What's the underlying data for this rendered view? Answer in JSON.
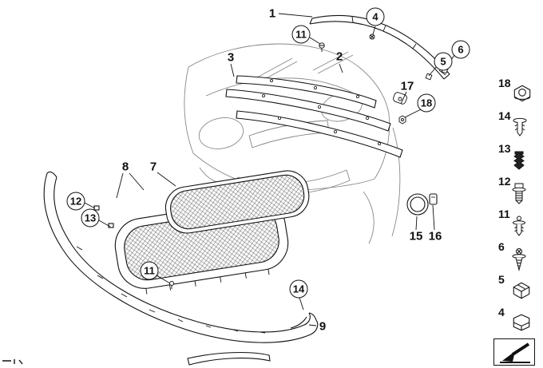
{
  "colors": {
    "background": "#ffffff",
    "line": "#111111",
    "silhouette": "#888888"
  },
  "callouts": [
    {
      "label": "1",
      "circled": false
    },
    {
      "label": "11",
      "circled": true
    },
    {
      "label": "4",
      "circled": true
    },
    {
      "label": "6",
      "circled": true
    },
    {
      "label": "5",
      "circled": true
    },
    {
      "label": "3",
      "circled": false
    },
    {
      "label": "2",
      "circled": false
    },
    {
      "label": "17",
      "circled": false
    },
    {
      "label": "18",
      "circled": true
    },
    {
      "label": "8",
      "circled": false
    },
    {
      "label": "7",
      "circled": false
    },
    {
      "label": "12",
      "circled": true
    },
    {
      "label": "13",
      "circled": true
    },
    {
      "label": "15",
      "circled": false
    },
    {
      "label": "16",
      "circled": false
    },
    {
      "label": "11",
      "circled": true
    },
    {
      "label": "14",
      "circled": true
    },
    {
      "label": "9",
      "circled": false
    }
  ],
  "sidebar": {
    "items": [
      {
        "label": "18",
        "icon": "flange-nut-icon"
      },
      {
        "label": "14",
        "icon": "expanding-rivet-icon"
      },
      {
        "label": "13",
        "icon": "fir-tree-clip-icon"
      },
      {
        "label": "12",
        "icon": "screw-icon"
      },
      {
        "label": "11",
        "icon": "expansion-rivet-icon"
      },
      {
        "label": "6",
        "icon": "tapping-screw-icon"
      },
      {
        "label": "5",
        "icon": "clip-nut-icon"
      },
      {
        "label": "4",
        "icon": "clip-icon"
      }
    ],
    "direction_arrow": "front-direction-arrow-icon"
  }
}
